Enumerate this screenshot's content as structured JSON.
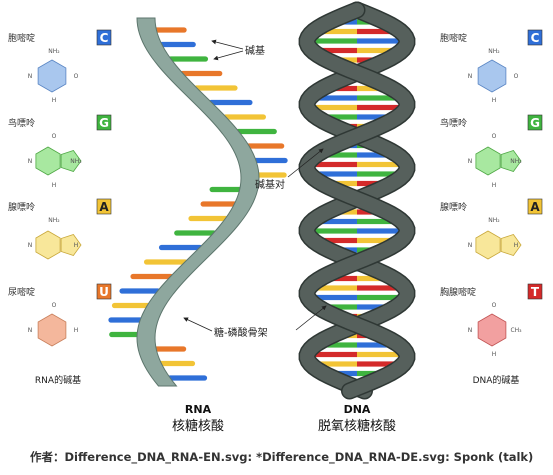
{
  "left_bases": {
    "caption": "RNA的碱基",
    "items": [
      {
        "name": "胞嘧啶",
        "letter": "C",
        "badge_color": "#2f6fd8",
        "ring_color": "#a9c7ee",
        "ring_stroke": "#5a86c4",
        "atoms": [
          "NH₂",
          "N",
          "O",
          "H"
        ]
      },
      {
        "name": "鸟嘌呤",
        "letter": "G",
        "badge_color": "#3fb43f",
        "ring_color": "#a8e8a0",
        "ring_stroke": "#4fa845",
        "atoms": [
          "O",
          "N",
          "NH₂",
          "H"
        ]
      },
      {
        "name": "腺嘌呤",
        "letter": "A",
        "badge_color": "#f2c436",
        "ring_color": "#f8e79a",
        "ring_stroke": "#c9a83a",
        "atoms": [
          "NH₂",
          "N",
          "H"
        ]
      },
      {
        "name": "尿嘧啶",
        "letter": "U",
        "badge_color": "#e8772a",
        "ring_color": "#f4b79c",
        "ring_stroke": "#c9805c",
        "atoms": [
          "O",
          "N",
          "H"
        ]
      }
    ]
  },
  "right_bases": {
    "caption": "DNA的碱基",
    "items": [
      {
        "name": "胞嘧啶",
        "letter": "C",
        "badge_color": "#2f6fd8",
        "ring_color": "#a9c7ee",
        "ring_stroke": "#5a86c4",
        "atoms": [
          "NH₂",
          "N",
          "O",
          "H"
        ]
      },
      {
        "name": "鸟嘌呤",
        "letter": "G",
        "badge_color": "#3fb43f",
        "ring_color": "#a8e8a0",
        "ring_stroke": "#4fa845",
        "atoms": [
          "O",
          "N",
          "NH₂",
          "H"
        ]
      },
      {
        "name": "腺嘌呤",
        "letter": "A",
        "badge_color": "#f2c436",
        "ring_color": "#f8e79a",
        "ring_stroke": "#c9a83a",
        "atoms": [
          "NH₂",
          "N",
          "H"
        ]
      },
      {
        "name": "胸腺嘧啶",
        "letter": "T",
        "badge_color": "#d42a2a",
        "ring_color": "#f2a0a0",
        "ring_stroke": "#c25454",
        "atoms": [
          "O",
          "N",
          "CH₃",
          "H"
        ]
      }
    ]
  },
  "callouts": {
    "bases": "碱基",
    "base_pair": "碱基对",
    "backbone": "糖-磷酸骨架"
  },
  "helices": {
    "rna": {
      "title": "RNA",
      "subtitle": "核糖核酸",
      "strand_color": "#8ea79e",
      "strand_stroke": "#5d766d"
    },
    "dna": {
      "title": "DNA",
      "subtitle": "脱氧核糖核酸",
      "strand_color": "#56605c",
      "strand_stroke": "#2f3835"
    }
  },
  "colors": {
    "C": "#2f6fd8",
    "G": "#3fb43f",
    "A": "#f2c436",
    "U": "#e8772a",
    "T": "#d42a2a"
  },
  "credit": "作者：Difference_DNA_RNA-EN.svg: *Difference_DNA_RNA-DE.svg: Sponk (talk)"
}
